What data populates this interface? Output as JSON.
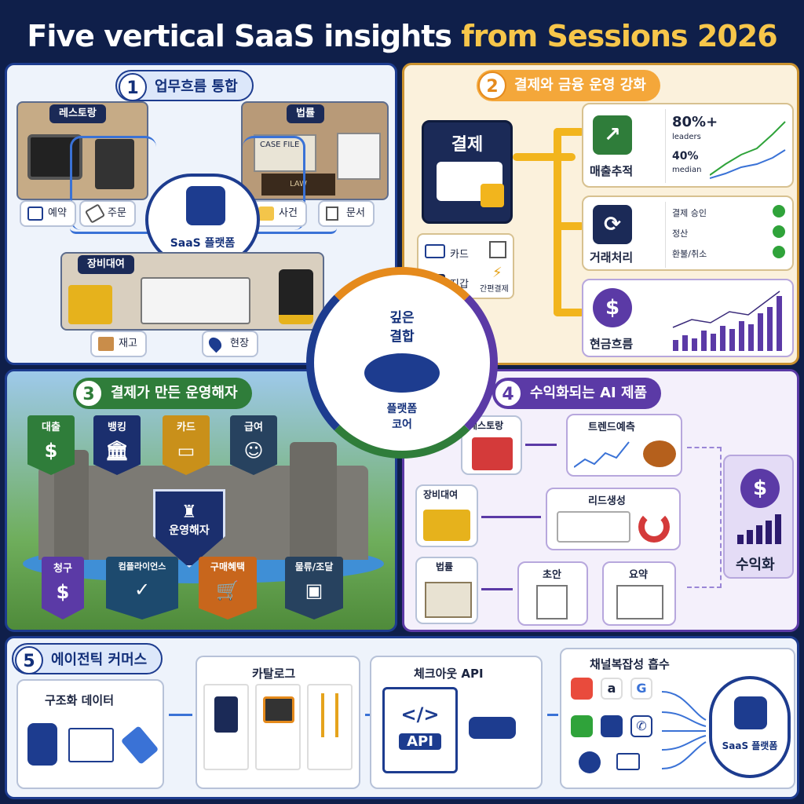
{
  "title": {
    "main": "Five vertical SaaS insights",
    "highlight": "from Sessions 2026"
  },
  "colors": {
    "blue": "#1d3c8f",
    "orange": "#e58a1c",
    "green": "#2f7d3a",
    "purple": "#5b3aa6",
    "gold": "#f7c64a"
  },
  "center": {
    "line1": "깊은",
    "line2": "결합",
    "core1": "플랫폼",
    "core2": "코어"
  },
  "p1": {
    "num": "1",
    "title": "업무흐름 통합",
    "restaurant": "레스토랑",
    "legal": "법률",
    "rental": "장비대여",
    "hub": "SaaS 플랫폼",
    "case_file": "CASE FILE",
    "law": "LAW",
    "chips": {
      "reserve": "예약",
      "order": "주문",
      "case": "사건",
      "doc": "문서",
      "stock": "재고",
      "site": "현장"
    }
  },
  "p2": {
    "num": "2",
    "title": "결제와 금융 운영 강화",
    "payment": "결제",
    "methods": {
      "card": "카드",
      "wallet": "지갑",
      "easy": "간편결제"
    },
    "revenue": {
      "label": "매출추적",
      "leaders_pct": "80%+",
      "leaders": "leaders",
      "median_pct": "40%",
      "median": "median"
    },
    "transaction": {
      "label": "거래처리",
      "items": [
        "결제 승인",
        "정산",
        "환불/취소"
      ]
    },
    "cashflow": {
      "label": "현금흐름"
    }
  },
  "p3": {
    "num": "3",
    "title": "결제가 만든 운영해자",
    "top": [
      "대출",
      "뱅킹",
      "카드",
      "급여"
    ],
    "moat": "운영해자",
    "bottom": [
      "청구",
      "컴플라이언스",
      "구매혜택",
      "물류/조달"
    ]
  },
  "p4": {
    "num": "4",
    "title": "수익화되는 AI 제품",
    "restaurant": "레스토랑",
    "trend": "트렌드예측",
    "rental": "장비대여",
    "lead": "리드생성",
    "legal": "법률",
    "draft": "초안",
    "summary": "요약",
    "monetize": "수익화"
  },
  "p5": {
    "num": "5",
    "title": "에이전틱 커머스",
    "structured": "구조화 데이터",
    "catalog": "카탈로그",
    "checkout": "체크아웃 API",
    "api": "API",
    "channels": "채널복잡성 흡수",
    "hub": "SaaS 플랫폼"
  }
}
